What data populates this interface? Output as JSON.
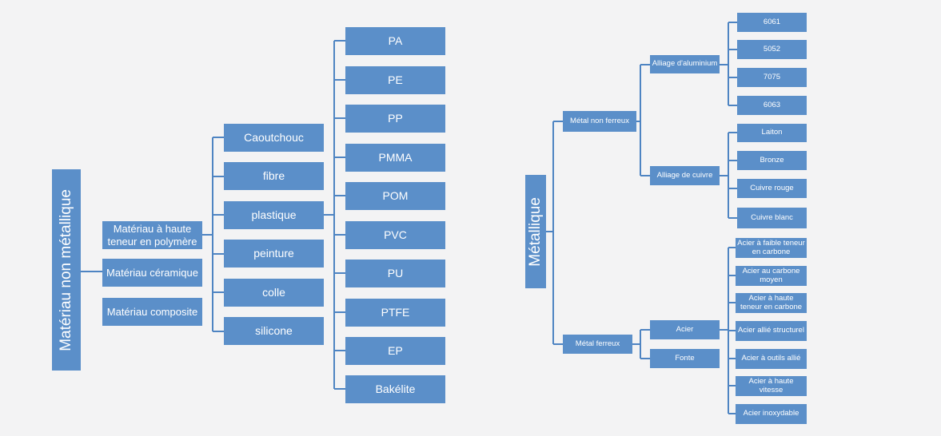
{
  "left": {
    "root": "Matériau non métallique",
    "categories": [
      "Matériau à haute teneur en polymère",
      "Matériau céramique",
      "Matériau composite"
    ],
    "polymers": [
      "Caoutchouc",
      "fibre",
      "plastique",
      "peinture",
      "colle",
      "silicone"
    ],
    "plastics": [
      "PA",
      "PE",
      "PP",
      "PMMA",
      "POM",
      "PVC",
      "PU",
      "PTFE",
      "EP",
      "Bakélite"
    ]
  },
  "right": {
    "root": "Métallique",
    "non_ferrous": {
      "label": "Métal non ferreux",
      "aluminium": {
        "label": "Alliage d'aluminium",
        "items": [
          "6061",
          "5052",
          "7075",
          "6063"
        ]
      },
      "copper": {
        "label": "Alliage de cuivre",
        "items": [
          "Laiton",
          "Bronze",
          "Cuivre rouge",
          "Cuivre blanc"
        ]
      }
    },
    "ferrous": {
      "label": "Métal ferreux",
      "steel": {
        "label": "Acier",
        "items": [
          "Acier à faible teneur en carbone",
          "Acier au carbone moyen",
          "Acier à haute teneur en carbone",
          "Acier allié structurel",
          "Acier à outils allié",
          "Acier à haute vitesse",
          "Acier inoxydable"
        ]
      },
      "cast_iron": {
        "label": "Fonte"
      }
    }
  },
  "colors": {
    "node": "#5b8fc9",
    "line": "#4e84c2",
    "background": "#f3f3f4"
  }
}
